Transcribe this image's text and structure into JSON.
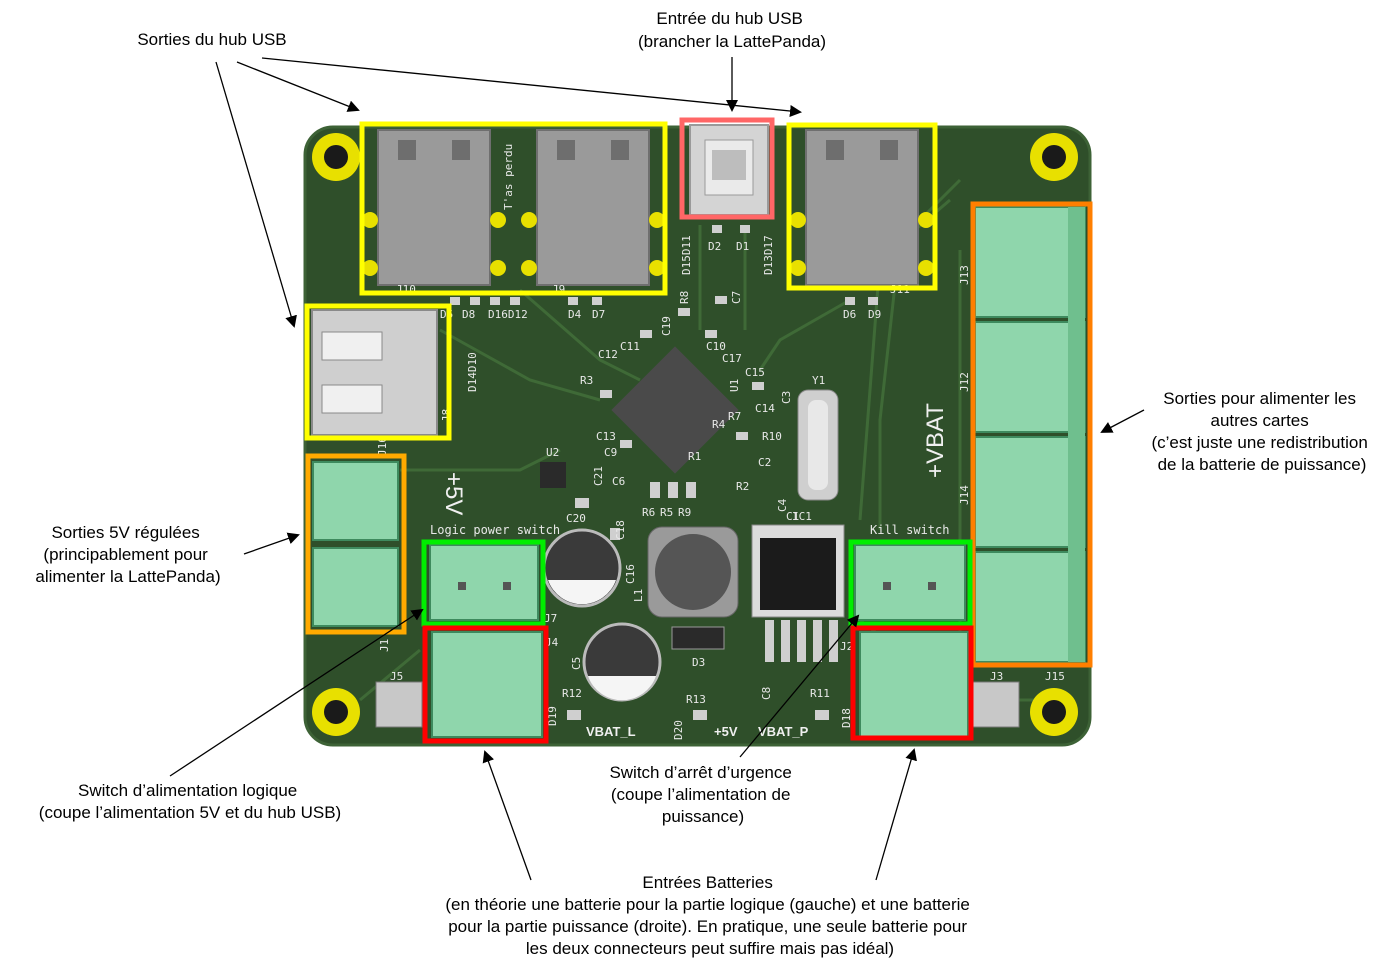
{
  "annotations": {
    "usb_hub_outputs": "Sorties du hub USB",
    "usb_hub_input": [
      "Entrée du hub USB",
      "(brancher la LattePanda)"
    ],
    "board_power_outputs": [
      "Sorties pour alimenter les",
      "autres cartes",
      "(c’est juste une redistribution",
      "de la batterie de puissance)"
    ],
    "regulated_5v_outputs": [
      "Sorties 5V régulées",
      "(principablement pour",
      "alimenter la LattePanda)"
    ],
    "logic_power_switch": [
      "Switch d’alimentation logique",
      "(coupe l’alimentation 5V et du hub USB)"
    ],
    "emergency_stop_switch": [
      "Switch d’arrêt d’urgence",
      "(coupe l’alimentation de",
      "puissance)"
    ],
    "battery_inputs": [
      "Entrées Batteries",
      "(en théorie une batterie pour la partie logique (gauche) et une batterie",
      "pour la partie puissance (droite). En pratique, une seule batterie pour",
      "les deux connecteurs peut suffire mais pas idéal)"
    ]
  },
  "silkscreen": {
    "logic_power_switch": "Logic power switch",
    "kill_switch": "Kill switch",
    "plus_5v": "+5V",
    "vbat": "+VBAT",
    "vbat_l": "VBAT_L",
    "vbat_p": "VBAT_P",
    "plus_5v_small": "+5V",
    "tas_perdu": "T'as perdu",
    "refs": {
      "j10": "J10",
      "j9": "J9",
      "j11": "J11",
      "j8": "J8",
      "j16": "J16",
      "j1": "J1",
      "j7": "J7",
      "j4": "J4",
      "j2": "J2",
      "j5": "J5",
      "j3": "J3",
      "j15": "J15",
      "j13": "J13",
      "j12": "J12",
      "j14": "J14",
      "d2": "D2",
      "d1": "D1",
      "d15d11": "D15D11",
      "d13d17": "D13D17",
      "d5": "D5",
      "d8": "D8",
      "d16d12": "D16D12",
      "d4": "D4",
      "d7": "D7",
      "d6": "D6",
      "d9": "D9",
      "d14d10": "D14D10",
      "d3": "D3",
      "d19": "D19",
      "d20": "D20",
      "d18": "D18",
      "r8": "R8",
      "c7": "C7",
      "c19": "C19",
      "c11": "C11",
      "c10": "C10",
      "c17": "C17",
      "c12": "C12",
      "c15": "C15",
      "r3": "R3",
      "u1": "U1",
      "y1": "Y1",
      "c3": "C3",
      "c13": "C13",
      "c9": "C9",
      "c6": "C6",
      "c14": "C14",
      "r4": "R4",
      "r7": "R7",
      "r10": "R10",
      "c2": "C2",
      "r1": "R1",
      "r2": "R2",
      "c1": "C1",
      "u2": "U2",
      "c21": "C21",
      "c20": "C20",
      "c18": "C18",
      "c16": "C16",
      "r6": "R6",
      "r5": "R5",
      "r9": "R9",
      "l1": "L1",
      "ic1": "IC1",
      "c4": "C4",
      "c5": "C5",
      "r12": "R12",
      "r13": "R13",
      "c8": "C8",
      "r11": "R11"
    }
  },
  "colors": {
    "pcb": "#2f4f2a",
    "pcb_edge": "#3d6236",
    "pad_gold": "#e8e000",
    "usb_gray": "#9a9a9a",
    "terminal_green": "#8fd6ac",
    "box_yellow": "#ffff00",
    "box_red": "#ff0000",
    "box_pink": "#ff6666",
    "box_orange": "#ff7f00",
    "box_amber": "#ffaa00",
    "box_green": "#00ee00"
  }
}
